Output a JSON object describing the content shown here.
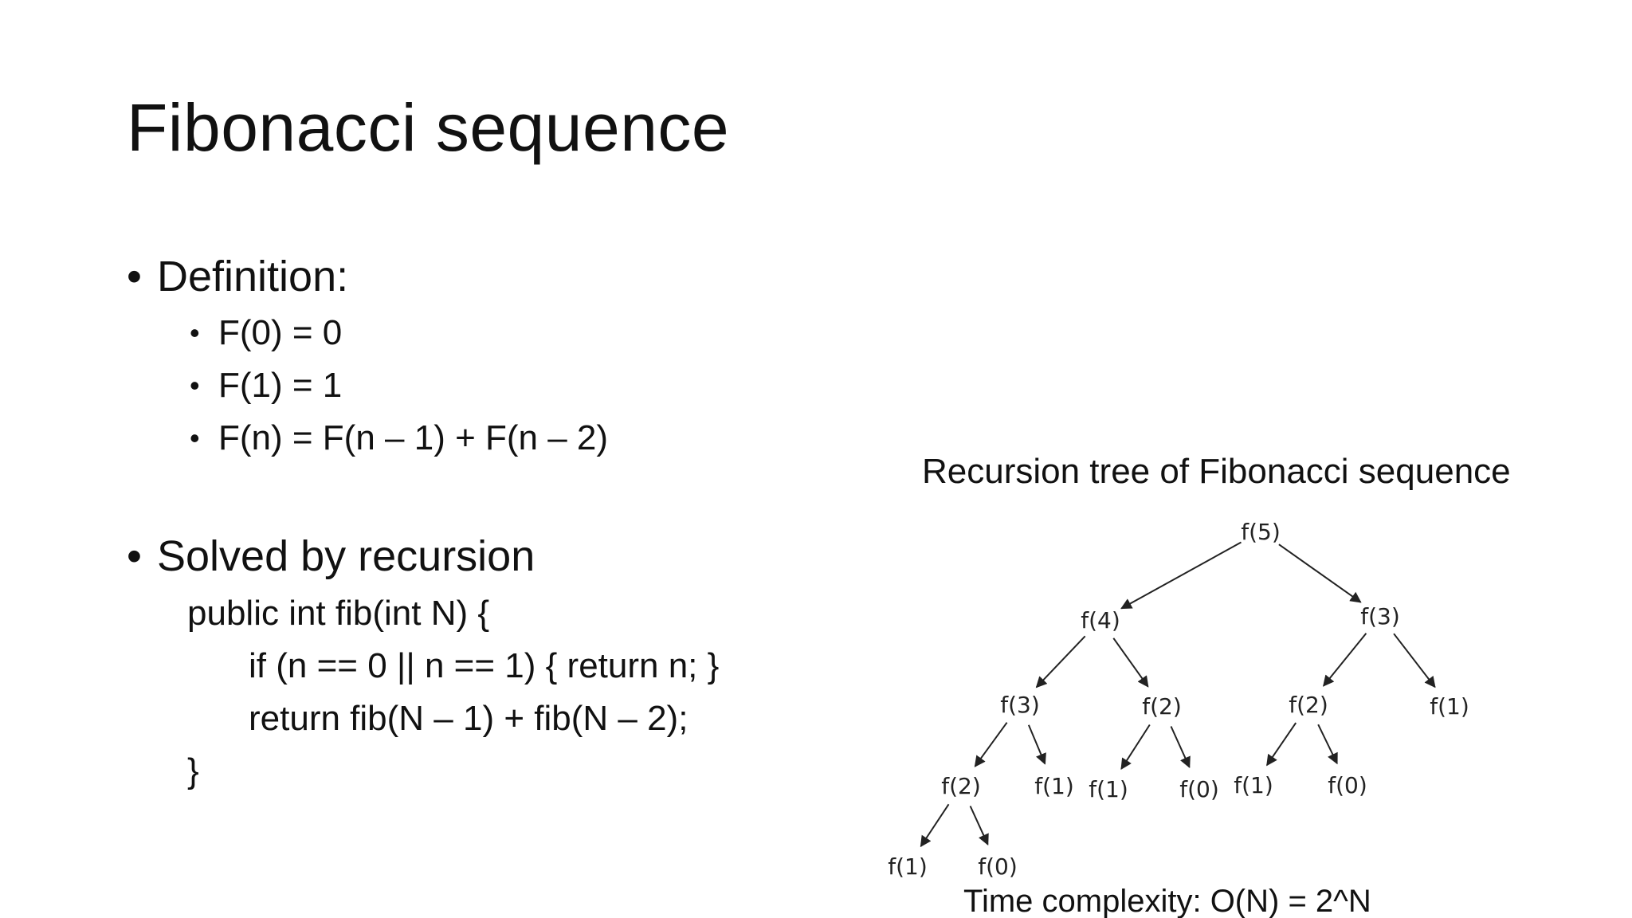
{
  "slide": {
    "title": "Fibonacci sequence",
    "bullets": {
      "definition": "Definition:",
      "f0": "F(0) = 0",
      "f1": "F(1) = 1",
      "fn": "F(n) = F(n – 1) + F(n – 2)",
      "solved": "Solved by recursion"
    },
    "code": {
      "line1": "public int fib(int N) {",
      "line2": "if (n == 0 || n == 1) { return n; }",
      "line3": "return fib(N – 1) + fib(N – 2);",
      "line4": "}"
    },
    "tree": {
      "caption": "Recursion tree of Fibonacci sequence",
      "complexity": "Time complexity: O(N) = 2^N",
      "nodes": [
        {
          "id": "n5",
          "label": "f(5)"
        },
        {
          "id": "n4",
          "label": "f(4)"
        },
        {
          "id": "n3a",
          "label": "f(3)"
        },
        {
          "id": "n3b",
          "label": "f(3)"
        },
        {
          "id": "n2a",
          "label": "f(2)"
        },
        {
          "id": "n2b",
          "label": "f(2)"
        },
        {
          "id": "n1a",
          "label": "f(1)"
        },
        {
          "id": "n2c",
          "label": "f(2)"
        },
        {
          "id": "n1b",
          "label": "f(1)"
        },
        {
          "id": "n1c",
          "label": "f(1)"
        },
        {
          "id": "n0a",
          "label": "f(0)"
        },
        {
          "id": "n1d",
          "label": "f(1)"
        },
        {
          "id": "n0b",
          "label": "f(0)"
        },
        {
          "id": "n1e",
          "label": "f(1)"
        },
        {
          "id": "n0c",
          "label": "f(0)"
        }
      ],
      "edges": [
        [
          "n5",
          "n4"
        ],
        [
          "n5",
          "n3b"
        ],
        [
          "n4",
          "n3a"
        ],
        [
          "n4",
          "n2b"
        ],
        [
          "n3b",
          "n2c"
        ],
        [
          "n3b",
          "n1a"
        ],
        [
          "n3a",
          "n2a"
        ],
        [
          "n3a",
          "n1b"
        ],
        [
          "n2b",
          "n1c"
        ],
        [
          "n2b",
          "n0a"
        ],
        [
          "n2c",
          "n1d"
        ],
        [
          "n2c",
          "n0b"
        ],
        [
          "n2a",
          "n1e"
        ],
        [
          "n2a",
          "n0c"
        ]
      ]
    }
  }
}
